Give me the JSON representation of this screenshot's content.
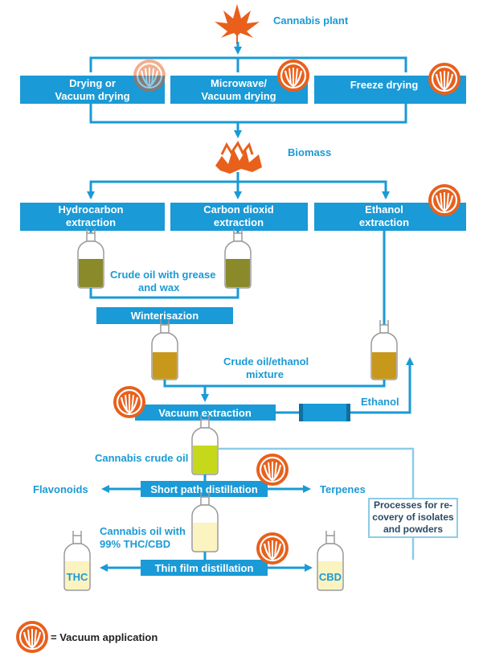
{
  "plant_label": "Cannabis plant",
  "drying": {
    "dry_vacuum": [
      "Drying or",
      "Vacuum drying"
    ],
    "microwave": [
      "Microwave/",
      "Vacuum drying"
    ],
    "freeze": "Freeze drying"
  },
  "biomass_label": "Biomass",
  "extraction": {
    "hydrocarbon": [
      "Hydrocarbon",
      "extraction"
    ],
    "co2": [
      "Carbon dioxid",
      "extraction"
    ],
    "ethanol": [
      "Ethanol",
      "extraction"
    ]
  },
  "crude_oil_grease": [
    "Crude oil with grease",
    "and wax"
  ],
  "winterisation": "Winterisazion",
  "crude_oil_ethanol": [
    "Crude oil/ethanol",
    "mixture"
  ],
  "vacuum_extraction": "Vacuum extraction",
  "ethanol_label": "Ethanol",
  "cannabis_crude_oil": "Cannabis crude oil",
  "short_path": "Short path distillation",
  "flavonoids": "Flavonoids",
  "terpenes": "Terpenes",
  "recovery_box": [
    "Processes for re-",
    "covery of isolates",
    "and powders"
  ],
  "cannabis_oil_99": [
    "Cannabis oil with",
    "99% THC/CBD"
  ],
  "thin_film": "Thin film distillation",
  "thc": "THC",
  "cbd": "CBD",
  "legend": "= Vacuum application",
  "colors": {
    "blue": "#1a9ad6",
    "orange": "#e8601c",
    "light_blue": "#8dcbe8"
  },
  "icons": [
    "leaf-icon",
    "biomass-leaves-icon",
    "vacuum-application-icon",
    "flask-icon",
    "condenser-icon"
  ]
}
